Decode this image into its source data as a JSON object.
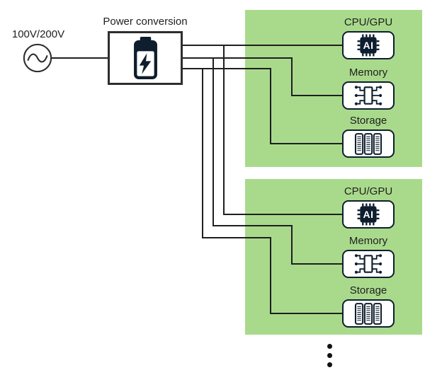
{
  "source": {
    "label": "100V/200V",
    "icon": "ac-power-source-icon"
  },
  "converter": {
    "label": "Power conversion",
    "icon": "battery-lightning-icon"
  },
  "racks": [
    {
      "components": [
        {
          "label": "CPU/GPU",
          "icon": "ai-chip-icon"
        },
        {
          "label": "Memory",
          "icon": "memory-chip-icon"
        },
        {
          "label": "Storage",
          "icon": "storage-disks-icon"
        }
      ]
    },
    {
      "components": [
        {
          "label": "CPU/GPU",
          "icon": "ai-chip-icon"
        },
        {
          "label": "Memory",
          "icon": "memory-chip-icon"
        },
        {
          "label": "Storage",
          "icon": "storage-disks-icon"
        }
      ]
    }
  ],
  "ai_chip_text": "AI",
  "more_indicator": {
    "icon": "vertical-ellipsis-icon"
  },
  "colors": {
    "panel_green": "#a9da8c",
    "wire": "#1f1f1f",
    "icon_dark": "#0e1e2e",
    "text": "#1f1f1f",
    "background": "#ffffff"
  }
}
